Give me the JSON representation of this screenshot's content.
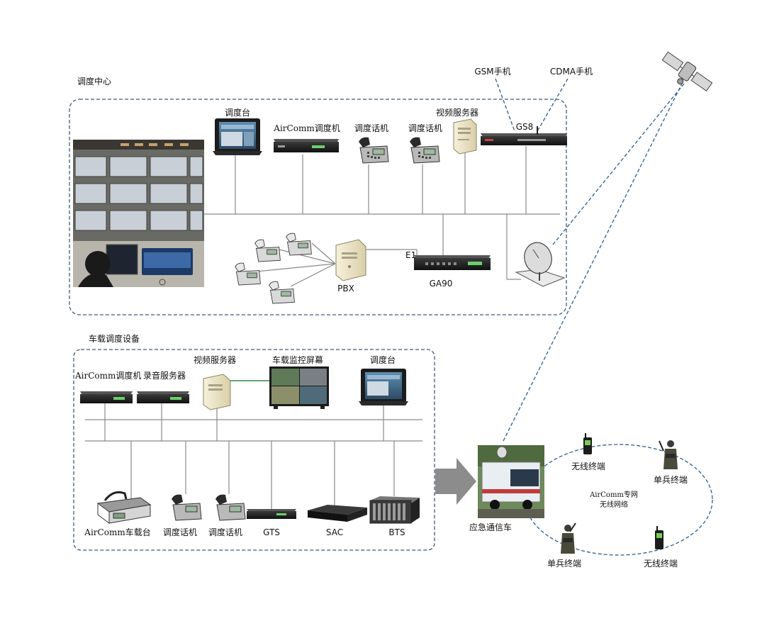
{
  "colors": {
    "frame_dash": "#3b5a7a",
    "bus_line": "#8a8a8a",
    "link_dash": "#2f5d8a",
    "green_link": "#2e8b3f",
    "arrow": "#8c8c8c",
    "rack_device": "#2a2a2a",
    "server_beige": "#efe7cc"
  },
  "dispatch_center": {
    "title": "调度中心",
    "dispatch_console": "调度台",
    "aircomm_dispatcher": "AirComm调度机",
    "phone_1": "调度话机",
    "phone_2": "调度话机",
    "video_server": "视频服务器",
    "gs8": "GS8",
    "gsm_phone": "GSM手机",
    "cdma_phone": "CDMA手机",
    "pbx": "PBX",
    "e1": "E1",
    "ga90": "GA90"
  },
  "vehicle_equipment": {
    "title": "车载调度设备",
    "aircomm_dispatcher": "AirComm调度机",
    "recording_server": "录音服务器",
    "video_server": "视频服务器",
    "monitor_screen": "车载监控屏幕",
    "dispatch_console": "调度台",
    "vehicle_radio": "AirComm车载台",
    "phone_1": "调度话机",
    "phone_2": "调度话机",
    "gts": "GTS",
    "sac": "SAC",
    "bts": "BTS"
  },
  "emergency_vehicle": {
    "label": "应急通信车"
  },
  "wireless_network": {
    "title_line1": "AirComm专网",
    "title_line2": "无线网络",
    "terminal_top_left": "无线终端",
    "soldier_top_right": "单兵终端",
    "soldier_bottom_left": "单兵终端",
    "terminal_bottom_right": "无线终端"
  },
  "icons": [
    "satellite-icon",
    "satellite-dish-icon",
    "desk-phone-icon",
    "server-tower-icon",
    "rack-unit-icon",
    "monitor-icon",
    "vehicle-radio-icon",
    "handheld-radio-icon",
    "soldier-icon",
    "emergency-vehicle-icon",
    "control-room-photo"
  ]
}
